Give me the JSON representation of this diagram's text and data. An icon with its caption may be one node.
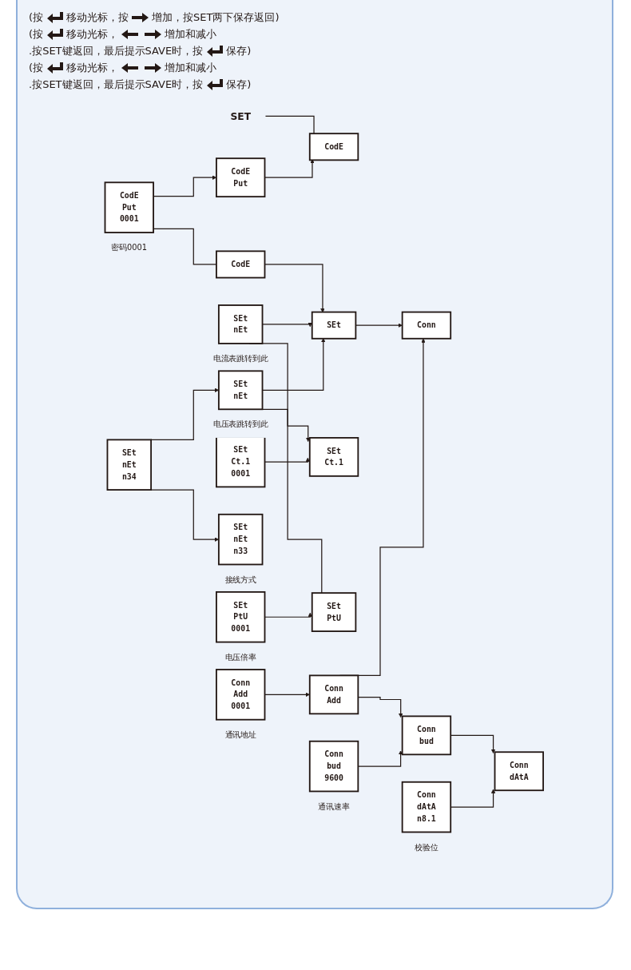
{
  "diagram": {
    "nodes": [
      {
        "text": [
          "SET"
        ]
      },
      {
        "text": [
          "CodE"
        ]
      },
      {
        "text": [
          "CodE",
          "Put"
        ]
      },
      {
        "text": [
          "CodE",
          "Put",
          "0001"
        ],
        "beside": [
          "密码0001"
        ]
      },
      {
        "text": [
          "CodE"
        ]
      },
      {
        "text": [
          "SEt"
        ]
      },
      {
        "text": [
          "SEt",
          "nEt"
        ],
        "beside": [
          "电流表跳转到此"
        ]
      },
      {
        "text": [
          "SEt",
          "Ct.1"
        ]
      },
      {
        "text": [
          "SEt",
          "Ct.1",
          "0001"
        ]
      },
      {
        "text": [
          "SEt",
          "nEt"
        ],
        "beside": [
          "电压表跳转到此"
        ]
      },
      {
        "text": [
          "SEt",
          "nEt",
          "n34"
        ]
      },
      {
        "text": [
          "SEt",
          "nEt",
          "n33"
        ],
        "beside": [
          "接线方式"
        ]
      },
      {
        "text": [
          "SEt",
          "PtU"
        ]
      },
      {
        "text": [
          "SEt",
          "PtU",
          "0001"
        ],
        "beside": [
          "电压倍率"
        ]
      },
      {
        "text": [
          "Conn"
        ]
      },
      {
        "text": [
          "Conn",
          "Add"
        ]
      },
      {
        "text": [
          "Conn",
          "Add",
          "0001"
        ],
        "beside": [
          "通讯地址"
        ]
      },
      {
        "text": [
          "Conn",
          "bud"
        ]
      },
      {
        "text": [
          "Conn",
          "bud",
          "9600"
        ],
        "beside": [
          "通讯速率"
        ]
      },
      {
        "text": [
          "Conn",
          "dAtA"
        ]
      },
      {
        "text": [
          "Conn",
          "dAtA",
          "n8.1"
        ],
        "beside": [
          "校验位"
        ]
      }
    ],
    "edges": [
      {
        "from": 0,
        "to": 1,
        "arrow": "none"
      },
      {
        "from": 2,
        "to": 1,
        "arrow": "to"
      },
      {
        "from": 3,
        "to": 2,
        "arrow": "to"
      },
      {
        "from": 3,
        "to": 4,
        "arrow": "none"
      },
      {
        "from": 4,
        "to": 5,
        "arrow": "to"
      },
      {
        "from": 6,
        "to": 5,
        "arrow": "to"
      },
      {
        "from": 9,
        "to": 5,
        "arrow": "to"
      },
      {
        "from": 6,
        "to": 7,
        "arrow": "to"
      },
      {
        "from": 8,
        "to": 7,
        "arrow": "to"
      },
      {
        "from": 10,
        "to": 9,
        "arrow": "to"
      },
      {
        "from": 10,
        "to": 11,
        "arrow": "to"
      },
      {
        "from": 9,
        "to": 12,
        "arrow": "none"
      },
      {
        "from": 13,
        "to": 12,
        "arrow": "to"
      },
      {
        "from": 5,
        "to": 14,
        "arrow": "to"
      },
      {
        "from": 15,
        "to": 14,
        "arrow": "to"
      },
      {
        "from": 16,
        "to": 15,
        "arrow": "to"
      },
      {
        "from": 15,
        "to": 17,
        "arrow": "to"
      },
      {
        "from": 18,
        "to": 17,
        "arrow": "to"
      },
      {
        "from": 17,
        "to": 19,
        "arrow": "to"
      },
      {
        "from": 20,
        "to": 19,
        "arrow": "to"
      }
    ],
    "labels": [
      "(按",
      "移动光标，按",
      "增加，按SET两下保存返回)",
      "(按",
      "移动光标，",
      "增加和减小",
      ".按SET键返回，最后提示SAVE时，按",
      "保存)",
      "(按",
      "移动光标，",
      "增加和减小",
      ".按SET键返回，最后提示SAVE时，按",
      "保存)"
    ]
  }
}
